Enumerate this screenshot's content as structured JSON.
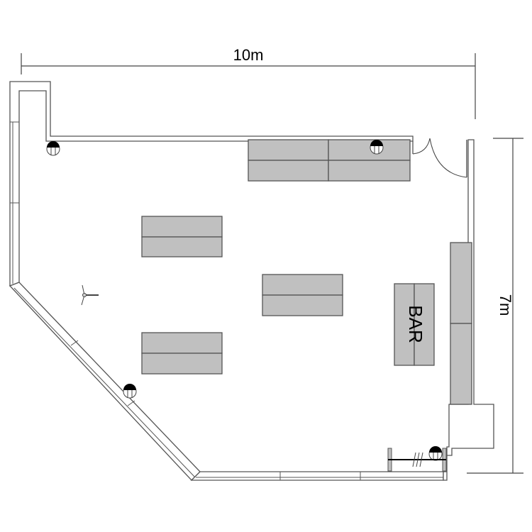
{
  "dimensions": {
    "width_label": "10m",
    "height_label": "7m"
  },
  "labels": {
    "bar": "BAR"
  },
  "colors": {
    "table_fill": "#c0c0c0",
    "wall_stroke": "#555555"
  },
  "icons": [
    "light-fixture-icon",
    "camera-tripod-icon",
    "door-swing-icon"
  ]
}
